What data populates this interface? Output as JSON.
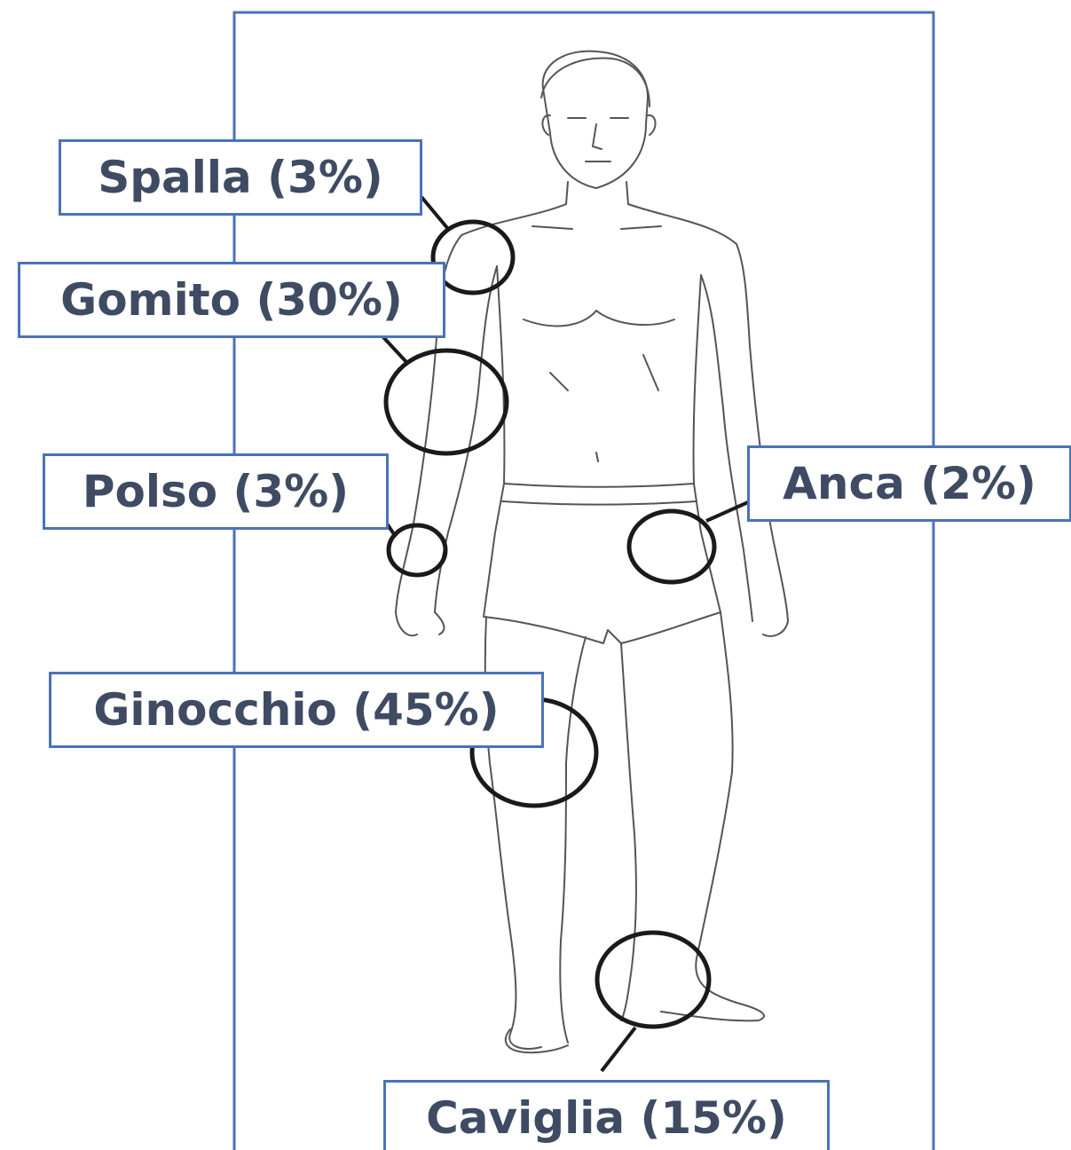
{
  "colors": {
    "frame": "#4a72b8",
    "label_text": "#3e4b63",
    "callout_ring": "#1a1a1a",
    "sketch_line": "#555555"
  },
  "figure": {
    "subject": "human-body-front-sketch"
  },
  "labels": {
    "shoulder": "Spalla (3%)",
    "elbow": "Gomito (30%)",
    "wrist": "Polso (3%)",
    "hip": "Anca (2%)",
    "knee": "Ginocchio (45%)",
    "ankle": "Caviglia (15%)"
  },
  "joint_percentages": {
    "shoulder": 3,
    "elbow": 30,
    "wrist": 3,
    "hip": 2,
    "knee": 45,
    "ankle": 15
  }
}
